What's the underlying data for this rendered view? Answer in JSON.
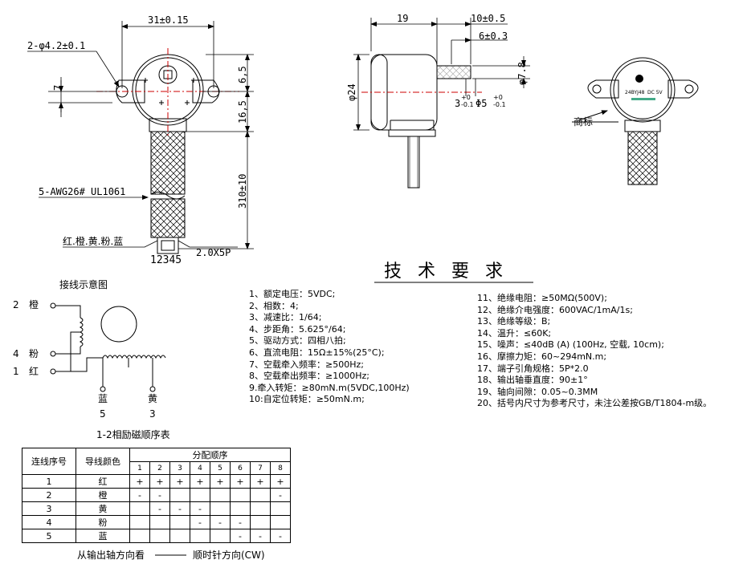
{
  "front_view": {
    "dim_width": "31±0.15",
    "dim_holes": "2-φ4.2±0.1",
    "dim_7": "7",
    "dim_6_5": "6,5",
    "dim_16_5": "16,5",
    "dim_310": "310±10",
    "wire_spec": "5-AWG26# UL1061",
    "wire_colors": "红.橙.黄.粉.蓝",
    "connector_spec": "2.0X5P",
    "connector_pins": "12345"
  },
  "side_view": {
    "dim_19": "19",
    "dim_10": "10±0.5",
    "dim_6": "6±0.3",
    "dim_d24": "φ24",
    "dim_d7_8": "φ7.8",
    "dim_3": "3",
    "dim_3_tol_up": "+0",
    "dim_3_tol_dn": "-0.1",
    "dim_d5": "Φ5",
    "dim_d5_tol_up": "+0",
    "dim_d5_tol_dn": "-0.1"
  },
  "top_view": {
    "label_mark": "商标",
    "label_model": "24BYJ48",
    "label_voltage": "DC 5V"
  },
  "wiring": {
    "title": "接线示意图",
    "w2_label": "橙",
    "w2_num": "2",
    "w4_label": "粉",
    "w4_num": "4",
    "w1_label": "红",
    "w1_num": "1",
    "w5_label": "蓝",
    "w5_num": "5",
    "w3_label": "黄",
    "w3_num": "3",
    "caption": "1-2相励磁顺序表"
  },
  "tech": {
    "title": "技术要求",
    "left": [
      "1、额定电压：5VDC;",
      "2、相数：4;",
      "3、减速比：1/64;",
      "4、步距角：5.625°/64;",
      "5、驱动方式：四相八拍;",
      "6、直流电阻：15Ω±15%(25°C);",
      "7、空载牵入频率：≥500Hz;",
      "8、空载牵出频率：≥1000Hz;",
      "9.牵入转矩：≥80mN.m(5VDC,100Hz)",
      "10:自定位转矩：≥50mN.m;"
    ],
    "right": [
      "11、绝缘电阻：≥50MΩ(500V);",
      "12、绝缘介电强度：600VAC/1mA/1s;",
      "13、绝缘等级：B;",
      "14、温升：≤60K;",
      "15、噪声：≤40dB (A) (100Hz, 空载, 10cm);",
      "16、摩擦力矩：60~294mN.m;",
      "17、端子引角规格：5P*2.0",
      "18、输出轴垂直度：90±1°",
      "19、轴向间隙：0.05~0.3MM",
      "20、括号内尺寸为参考尺寸，未注公差按GB/T1804-m级。"
    ]
  },
  "sequence_table": {
    "col_no": "连线序号",
    "col_color": "导线颜色",
    "col_seq": "分配顺序",
    "steps": [
      "1",
      "2",
      "3",
      "4",
      "5",
      "6",
      "7",
      "8"
    ],
    "rows": [
      {
        "no": "1",
        "color": "红",
        "cells": [
          "+",
          "+",
          "+",
          "+",
          "+",
          "+",
          "+",
          "+"
        ]
      },
      {
        "no": "2",
        "color": "橙",
        "cells": [
          "-",
          "-",
          "",
          "",
          "",
          "",
          "",
          "-"
        ]
      },
      {
        "no": "3",
        "color": "黄",
        "cells": [
          "",
          "-",
          "-",
          "-",
          "",
          "",
          "",
          ""
        ]
      },
      {
        "no": "4",
        "color": "粉",
        "cells": [
          "",
          "",
          "",
          "-",
          "-",
          "-",
          "",
          ""
        ]
      },
      {
        "no": "5",
        "color": "蓝",
        "cells": [
          "",
          "",
          "",
          "",
          "",
          "-",
          "-",
          "-"
        ]
      }
    ],
    "footer_left": "从输出轴方向看",
    "footer_right": "顺时针方向(CW)"
  }
}
